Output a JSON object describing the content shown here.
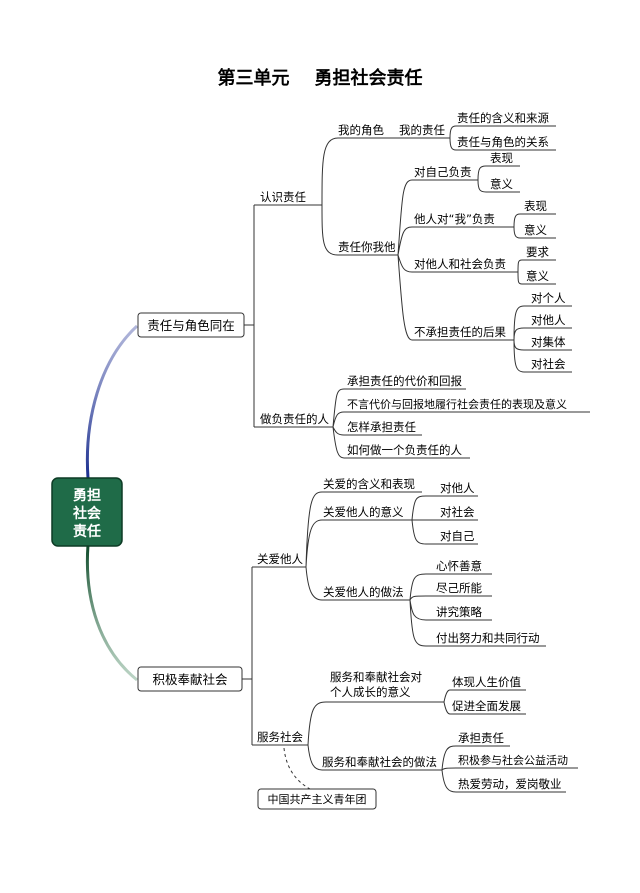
{
  "title": "第三单元    勇担社会责任",
  "root": {
    "lines": [
      "勇担",
      "社会",
      "责任"
    ]
  },
  "branch1": {
    "label": "责任与角色同在",
    "n1": {
      "label": "认识责任",
      "role": {
        "label": "我的角色",
        "sub": "我的责任",
        "items": [
          "责任的含义和来源",
          "责任与角色的关系"
        ]
      },
      "others": {
        "label": "责任你我他",
        "self": {
          "label": "对自己负责",
          "items": [
            "表现",
            "意义"
          ]
        },
        "them": {
          "label": "他人对“我”负责",
          "items": [
            "表现",
            "意义"
          ]
        },
        "society": {
          "label": "对他人和社会负责",
          "items": [
            "要求",
            "意义"
          ]
        },
        "neglect": {
          "label": "不承担责任的后果",
          "items": [
            "对个人",
            "对他人",
            "对集体",
            "对社会"
          ]
        }
      }
    },
    "n2": {
      "label": "做负责任的人",
      "items": [
        "承担责任的代价和回报",
        "不言代价与回报地履行社会责任的表现及意义",
        "怎样承担责任",
        "如何做一个负责任的人"
      ]
    }
  },
  "branch2": {
    "label": "积极奉献社会",
    "n1": {
      "label": "关爱他人",
      "meaning_label": "关爱的含义和表现",
      "sig": {
        "label": "关爱他人的意义",
        "items": [
          "对他人",
          "对社会",
          "对自己"
        ]
      },
      "way": {
        "label": "关爱他人的做法",
        "items": [
          "心怀善意",
          "尽己所能",
          "讲究策略",
          "付出努力和共同行动"
        ]
      }
    },
    "n2": {
      "label": "服务社会",
      "sig": {
        "line1": "服务和奉献社会对",
        "line2": "个人成长的意义",
        "items": [
          "体现人生价值",
          "促进全面发展"
        ]
      },
      "way": {
        "label": "服务和奉献社会的做法",
        "items": [
          "承担责任",
          "积极参与社会公益活动",
          "热爱劳动，爱岗敬业"
        ]
      },
      "org": "中国共产主义青年团"
    }
  },
  "colors": {
    "root_fill": "#1f6b48",
    "branch_top": "#1b2f8f",
    "branch_bottom": "#0f4a2a",
    "line": "#333333"
  }
}
